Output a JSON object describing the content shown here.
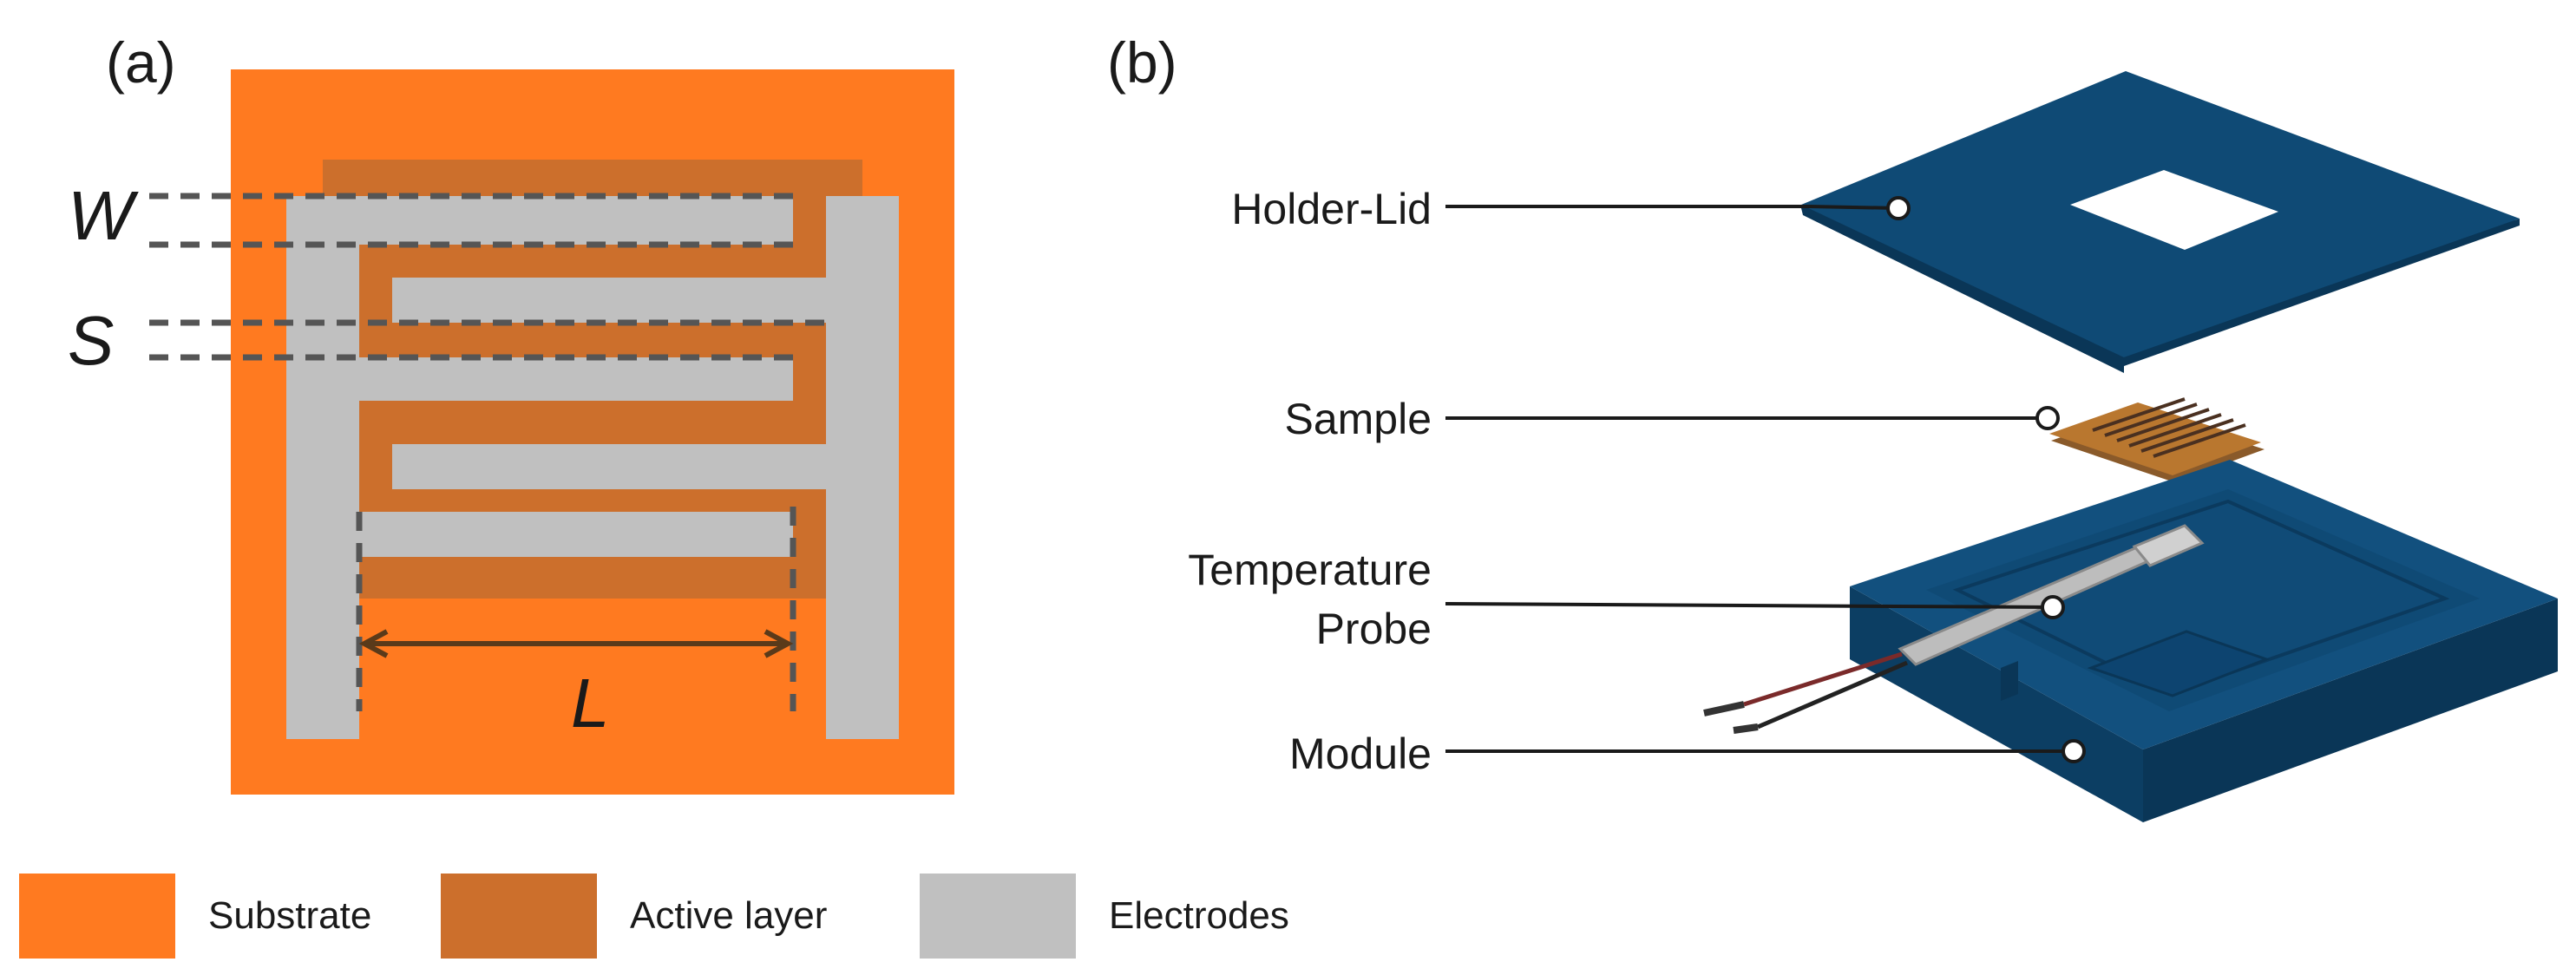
{
  "panel_a": {
    "label": "(a)",
    "dimension_labels": {
      "width": "W",
      "spacing": "S",
      "length": "L"
    }
  },
  "panel_b": {
    "label": "(b)",
    "callouts": {
      "holder_lid": "Holder-Lid",
      "sample": "Sample",
      "probe_line1": "Temperature",
      "probe_line2": "Probe",
      "module": "Module"
    }
  },
  "legend": [
    {
      "label": "Substrate",
      "color": "#FF7A20"
    },
    {
      "label": "Active layer",
      "color": "#CC6F2C"
    },
    {
      "label": "Electrodes",
      "color": "#C0C0C0"
    }
  ],
  "colors": {
    "substrate": "#FF7A20",
    "active_layer": "#CC6F2C",
    "electrodes": "#C0C0C0",
    "holder_top": "#0F4A75",
    "holder_side": "#0A3657",
    "module_top": "#12507E",
    "module_side": "#0C3E63"
  }
}
